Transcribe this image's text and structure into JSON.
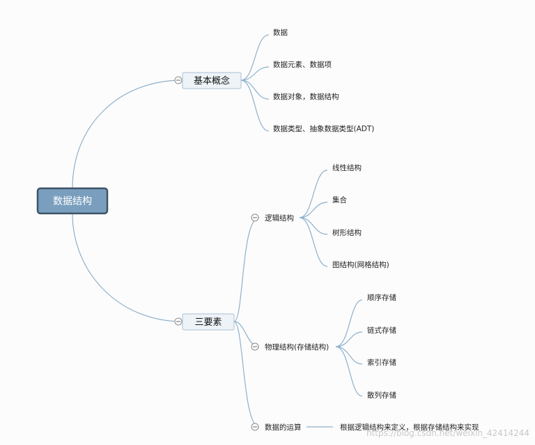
{
  "root": {
    "label": "数据结构"
  },
  "branches": [
    {
      "label": "基本概念",
      "children": [
        "数据",
        "数据元素、数据项",
        "数据对象，数据结构",
        "数据类型、抽象数据类型(ADT)"
      ]
    },
    {
      "label": "三要素",
      "children": [
        {
          "label": "逻辑结构",
          "children": [
            "线性结构",
            "集合",
            "树形结构",
            "图结构(网格结构)"
          ]
        },
        {
          "label": "物理结构(存储结构)",
          "children": [
            "顺序存储",
            "链式存储",
            "索引存储",
            "散列存储"
          ]
        },
        {
          "label": "数据的运算",
          "children": [
            "根据逻辑结构来定义，根据存储结构来实现"
          ]
        }
      ]
    }
  ],
  "watermark": "https://blog.csdn.net/weixin_42414244"
}
